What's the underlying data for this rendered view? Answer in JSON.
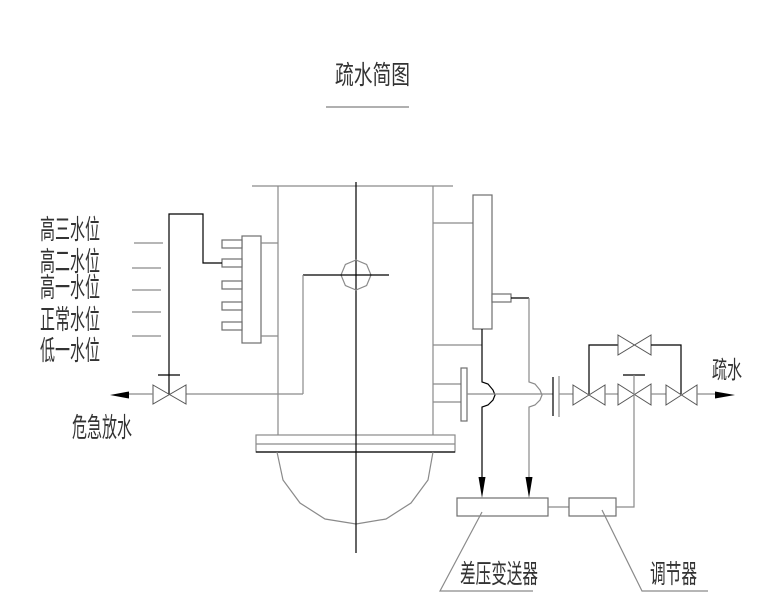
{
  "title": "疏水简图",
  "water_levels": [
    {
      "label": "高三水位"
    },
    {
      "label": "高二水位"
    },
    {
      "label": "高一水位"
    },
    {
      "label": "正常水位"
    },
    {
      "label": "低一水位"
    }
  ],
  "labels": {
    "emergency_drain": "危急放水",
    "drain": "疏水",
    "dp_transmitter": "差压变送器",
    "regulator": "调节器"
  },
  "colors": {
    "background": "#ffffff",
    "line_dark": "#000000",
    "line_grey": "#8a8a8a",
    "text": "#333333"
  }
}
